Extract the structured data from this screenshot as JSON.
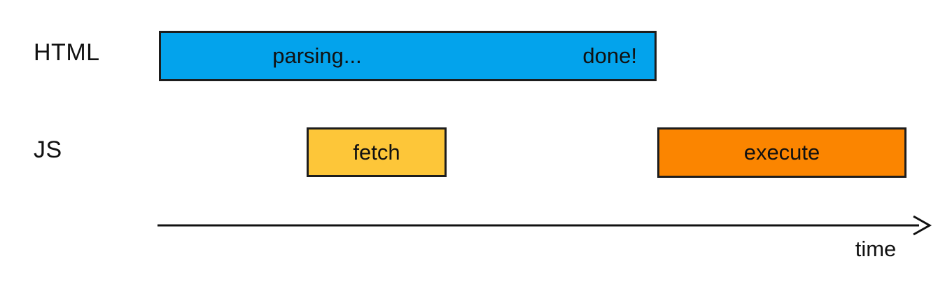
{
  "colors": {
    "blue": "#03A3EC",
    "yellow": "#FDC639",
    "orange": "#FB8500",
    "border": "#1D1D1D",
    "text": "#111111",
    "background": "#FFFFFF"
  },
  "rows": {
    "html": {
      "label": "HTML",
      "bar": {
        "text_left": "parsing...",
        "text_right": "done!"
      }
    },
    "js": {
      "label": "JS",
      "fetch": {
        "text": "fetch"
      },
      "execute": {
        "text": "execute"
      }
    }
  },
  "axis": {
    "label": "time"
  }
}
